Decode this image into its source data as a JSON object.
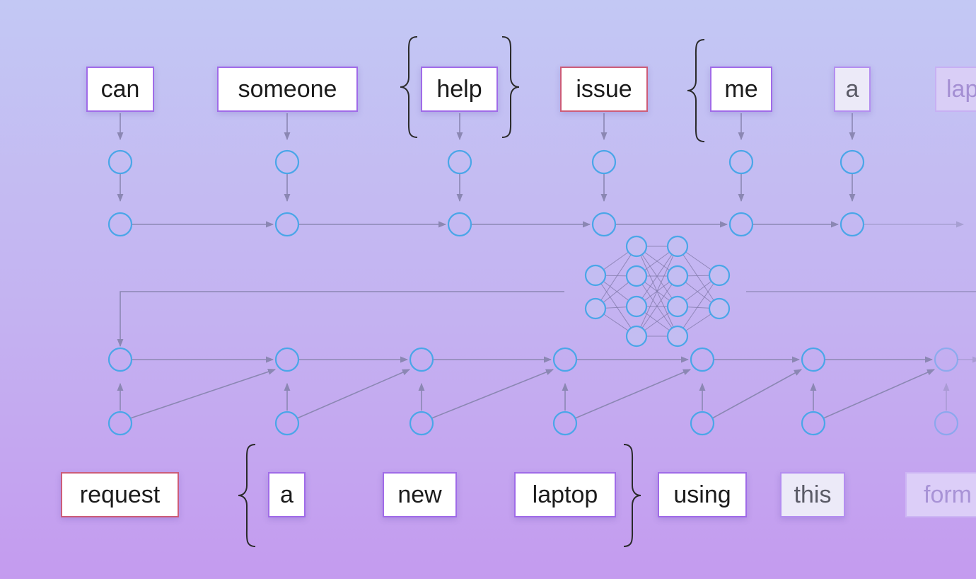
{
  "input_tokens": [
    {
      "text": "can",
      "style": "normal"
    },
    {
      "text": "someone",
      "style": "normal"
    },
    {
      "text": "help",
      "style": "normal"
    },
    {
      "text": "issue",
      "style": "accent"
    },
    {
      "text": "me",
      "style": "normal"
    },
    {
      "text": "a",
      "style": "faded1"
    },
    {
      "text": "lap",
      "style": "faded2"
    }
  ],
  "output_tokens": [
    {
      "text": "request",
      "style": "accent"
    },
    {
      "text": "a",
      "style": "normal"
    },
    {
      "text": "new",
      "style": "normal"
    },
    {
      "text": "laptop",
      "style": "normal"
    },
    {
      "text": "using",
      "style": "normal"
    },
    {
      "text": "this",
      "style": "faded1"
    },
    {
      "text": "form",
      "style": "faded3"
    }
  ],
  "colors": {
    "node_stroke": "#4aa6e8",
    "arrow": "#8b87b3",
    "brace": "#2a2a2a",
    "word_border": "#a06be8",
    "word_accent_border": "#cc5c79"
  },
  "icons": [
    "neural-network-icon",
    "curly-brace-icon",
    "arrow-icon"
  ]
}
